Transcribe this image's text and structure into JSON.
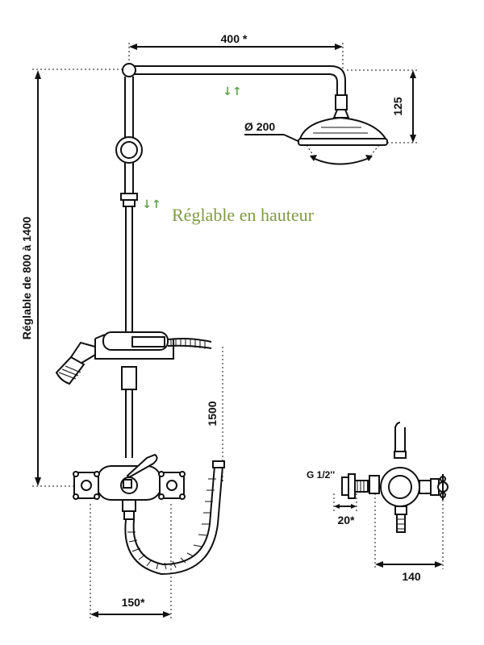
{
  "dimensions": {
    "arm_length": "400 *",
    "head_drop": "125",
    "head_diameter": "Ø 200",
    "height_range": "Réglable de 800 à 1400",
    "hose_length": "1500",
    "valve_spacing": "150*",
    "inlet_thread": "G 1/2''",
    "inlet_offset": "20*",
    "valve_depth": "140"
  },
  "notes": {
    "adjustable_height": "Réglable en hauteur",
    "adjust_symbol": "↓↑"
  },
  "colors": {
    "note": "#7f9a45",
    "line": "#111111"
  }
}
